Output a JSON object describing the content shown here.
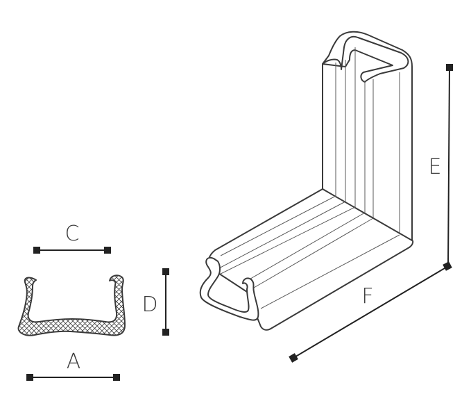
{
  "dimensions": {
    "a": "A",
    "c": "C",
    "d": "D",
    "e": "E",
    "f": "F"
  },
  "colors": {
    "line": "#3a3a3a",
    "dimension": "#222222",
    "background": "#ffffff"
  }
}
